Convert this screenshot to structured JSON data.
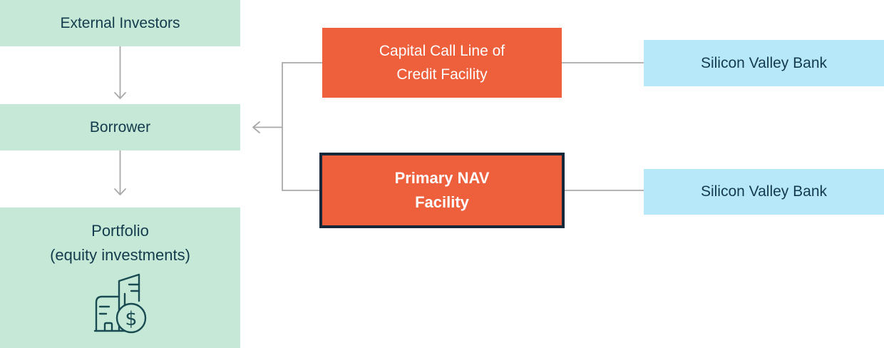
{
  "colors": {
    "green": "#c5e9d6",
    "orange": "#ee5f3c",
    "blue": "#b6e8fa",
    "navy_border": "#16293a",
    "text_dark": "#143b4d",
    "text_light": "#ffffff",
    "connector": "#a9a9a9",
    "icon_stroke": "#1a4a52"
  },
  "left_column": {
    "external_investors": {
      "label": "External Investors"
    },
    "borrower": {
      "label": "Borrower"
    },
    "portfolio": {
      "lines": [
        "Portfolio",
        "(equity investments)"
      ],
      "icon": "building-dollar-icon",
      "icon_dollar": "$"
    }
  },
  "facilities": {
    "capital_call": {
      "lines": [
        "Capital Call Line of",
        "Credit Facility"
      ],
      "highlighted": false
    },
    "primary_nav": {
      "lines": [
        "Primary NAV",
        "Facility"
      ],
      "highlighted": true
    }
  },
  "lenders": {
    "svb_top": {
      "label": "Silicon Valley Bank"
    },
    "svb_bottom": {
      "label": "Silicon Valley Bank"
    }
  }
}
